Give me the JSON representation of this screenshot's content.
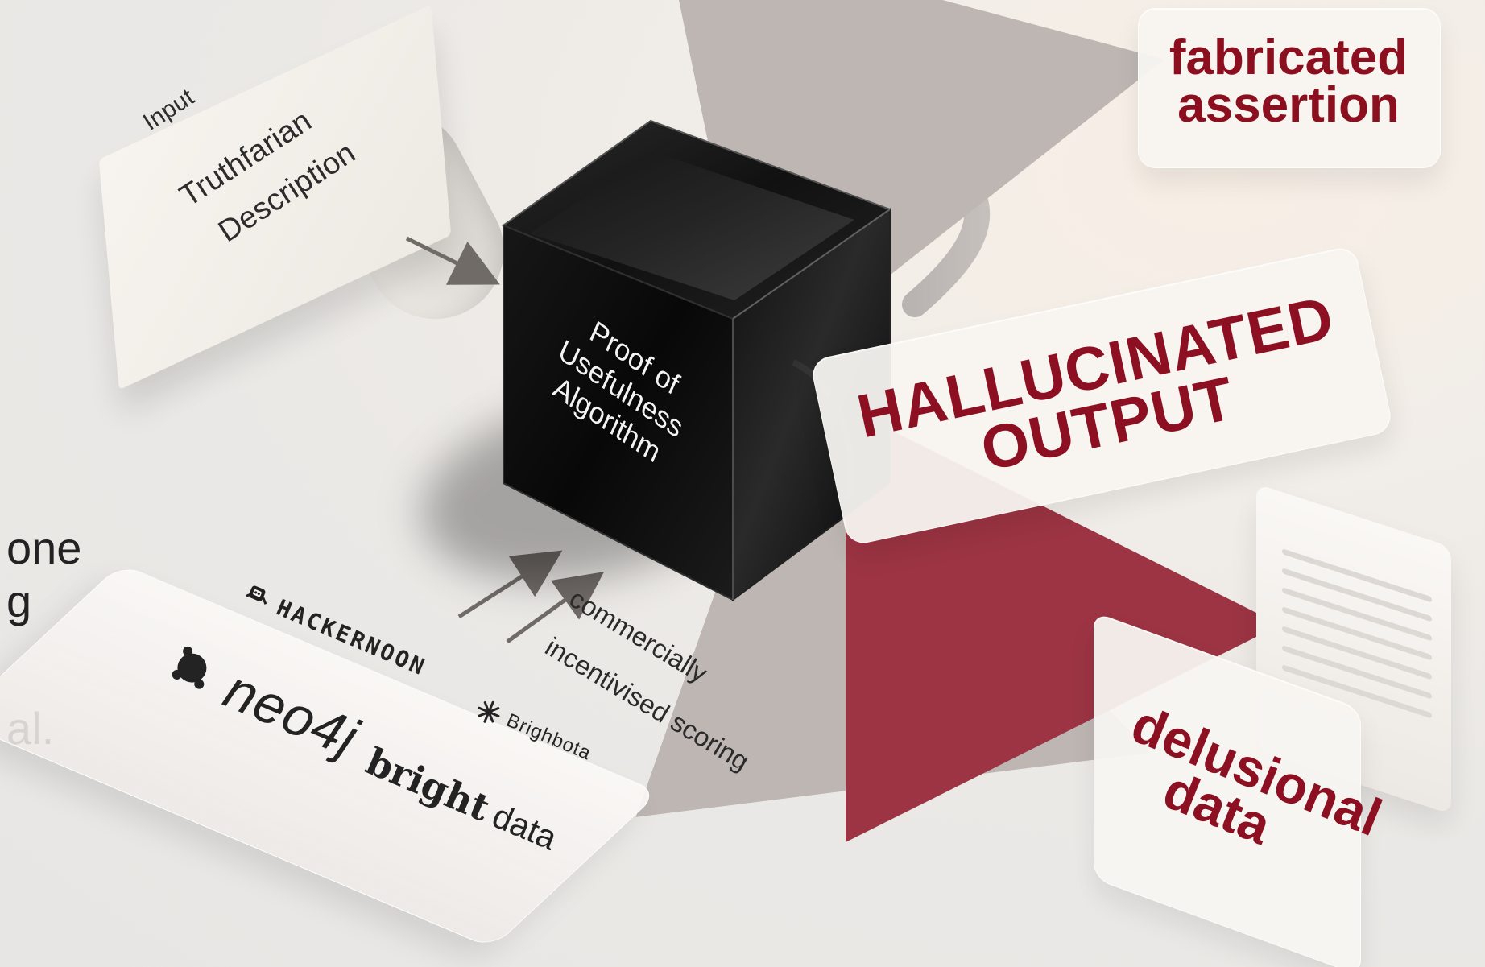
{
  "diagram": {
    "input": {
      "tag": "Input",
      "title_lines": [
        "Truthfarian",
        "Description"
      ]
    },
    "core": {
      "lines": [
        "Proof of",
        "Usefulness",
        "Algorithm"
      ]
    },
    "sponsors": {
      "hackernoon": "HACKERNOON",
      "neo4j": "neo4j",
      "brightbota": "Brighbota",
      "bright": "bright",
      "data": "data"
    },
    "scoring": {
      "line1": "commercially",
      "line2": "incentivised scoring"
    },
    "outputs": {
      "fabricated_lines": [
        "fabricated",
        "assertion"
      ],
      "hallucinated_lines": [
        "HALLUCINATED",
        "OUTPUT"
      ],
      "delusional_lines": [
        "delusional",
        "data"
      ]
    },
    "left_fragments": [
      "one",
      "g",
      "al."
    ],
    "colors": {
      "accent": "#8b0f1f",
      "text": "#232323",
      "cube_dark": "#111111"
    }
  }
}
